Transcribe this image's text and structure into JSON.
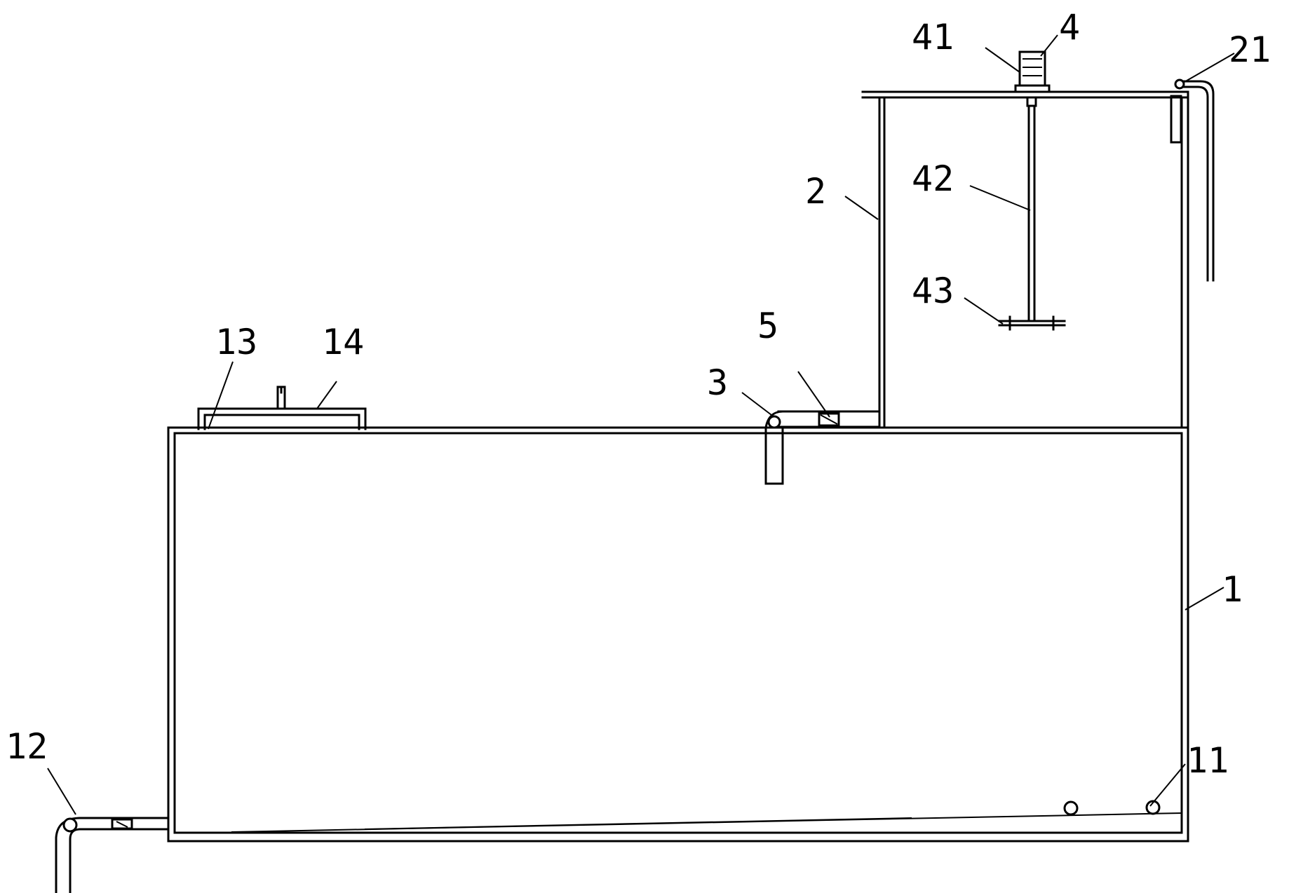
{
  "labels": {
    "tank": "1",
    "bottom_outlet": "11",
    "drain_pipe": "12",
    "manhole_flange": "13",
    "manhole_cover": "14",
    "mixing_tank": "2",
    "mixing_inlet": "21",
    "feed_pipe": "3",
    "stirrer": "4",
    "motor": "41",
    "stirring_shaft": "42",
    "impeller": "43",
    "valve": "5"
  }
}
